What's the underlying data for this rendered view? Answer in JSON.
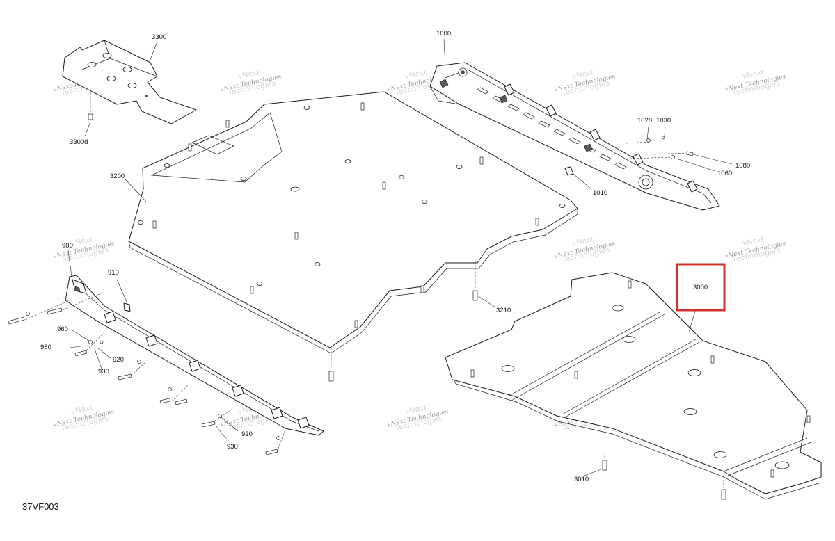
{
  "diagram": {
    "figure_code": "37VF003",
    "watermark": {
      "line1": "vNext",
      "line2": "Technologies"
    },
    "highlight_color": "#d32f2f",
    "highlighted_label": "3000",
    "labels": [
      {
        "id": "3300",
        "text": "3300"
      },
      {
        "id": "3300d",
        "text": "3300d"
      },
      {
        "id": "1000",
        "text": "1000"
      },
      {
        "id": "1020",
        "text": "1020"
      },
      {
        "id": "1030",
        "text": "1030"
      },
      {
        "id": "1080",
        "text": "1080"
      },
      {
        "id": "1060",
        "text": "1060"
      },
      {
        "id": "1010",
        "text": "1010"
      },
      {
        "id": "3200",
        "text": "3200"
      },
      {
        "id": "900",
        "text": "900"
      },
      {
        "id": "910",
        "text": "910"
      },
      {
        "id": "960",
        "text": "960"
      },
      {
        "id": "980",
        "text": "980"
      },
      {
        "id": "920a",
        "text": "920"
      },
      {
        "id": "930a",
        "text": "930"
      },
      {
        "id": "920b",
        "text": "920"
      },
      {
        "id": "930b",
        "text": "930"
      },
      {
        "id": "3210",
        "text": "3210"
      },
      {
        "id": "3000",
        "text": "3000"
      },
      {
        "id": "3010",
        "text": "3010"
      }
    ]
  }
}
